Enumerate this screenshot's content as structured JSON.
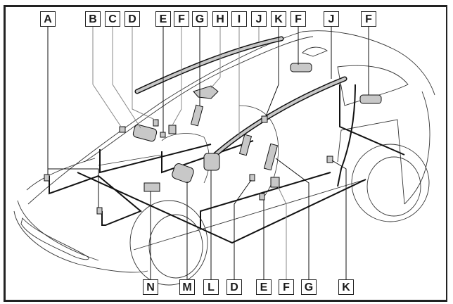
{
  "figure": {
    "type": "vehicle airbag/SRS component location diagram",
    "view": "front three-quarter cutaway of vehicle"
  },
  "callouts_top": [
    {
      "id": "top-A",
      "letter": "A"
    },
    {
      "id": "top-B",
      "letter": "B"
    },
    {
      "id": "top-C",
      "letter": "C"
    },
    {
      "id": "top-D",
      "letter": "D"
    },
    {
      "id": "top-E",
      "letter": "E"
    },
    {
      "id": "top-F1",
      "letter": "F"
    },
    {
      "id": "top-G",
      "letter": "G"
    },
    {
      "id": "top-H",
      "letter": "H"
    },
    {
      "id": "top-I",
      "letter": "I"
    },
    {
      "id": "top-J1",
      "letter": "J"
    },
    {
      "id": "top-K",
      "letter": "K"
    },
    {
      "id": "top-F2",
      "letter": "F"
    },
    {
      "id": "top-J2",
      "letter": "J"
    },
    {
      "id": "top-F3",
      "letter": "F"
    }
  ],
  "callouts_bottom": [
    {
      "id": "bot-N",
      "letter": "N"
    },
    {
      "id": "bot-M",
      "letter": "M"
    },
    {
      "id": "bot-L",
      "letter": "L"
    },
    {
      "id": "bot-D",
      "letter": "D"
    },
    {
      "id": "bot-E",
      "letter": "E"
    },
    {
      "id": "bot-F",
      "letter": "F"
    },
    {
      "id": "bot-G",
      "letter": "G"
    },
    {
      "id": "bot-K",
      "letter": "K"
    }
  ],
  "colors": {
    "line": "#1a1a1a",
    "component_fill": "#c8c8c8",
    "leader_gray": "#888888",
    "background": "#ffffff"
  }
}
